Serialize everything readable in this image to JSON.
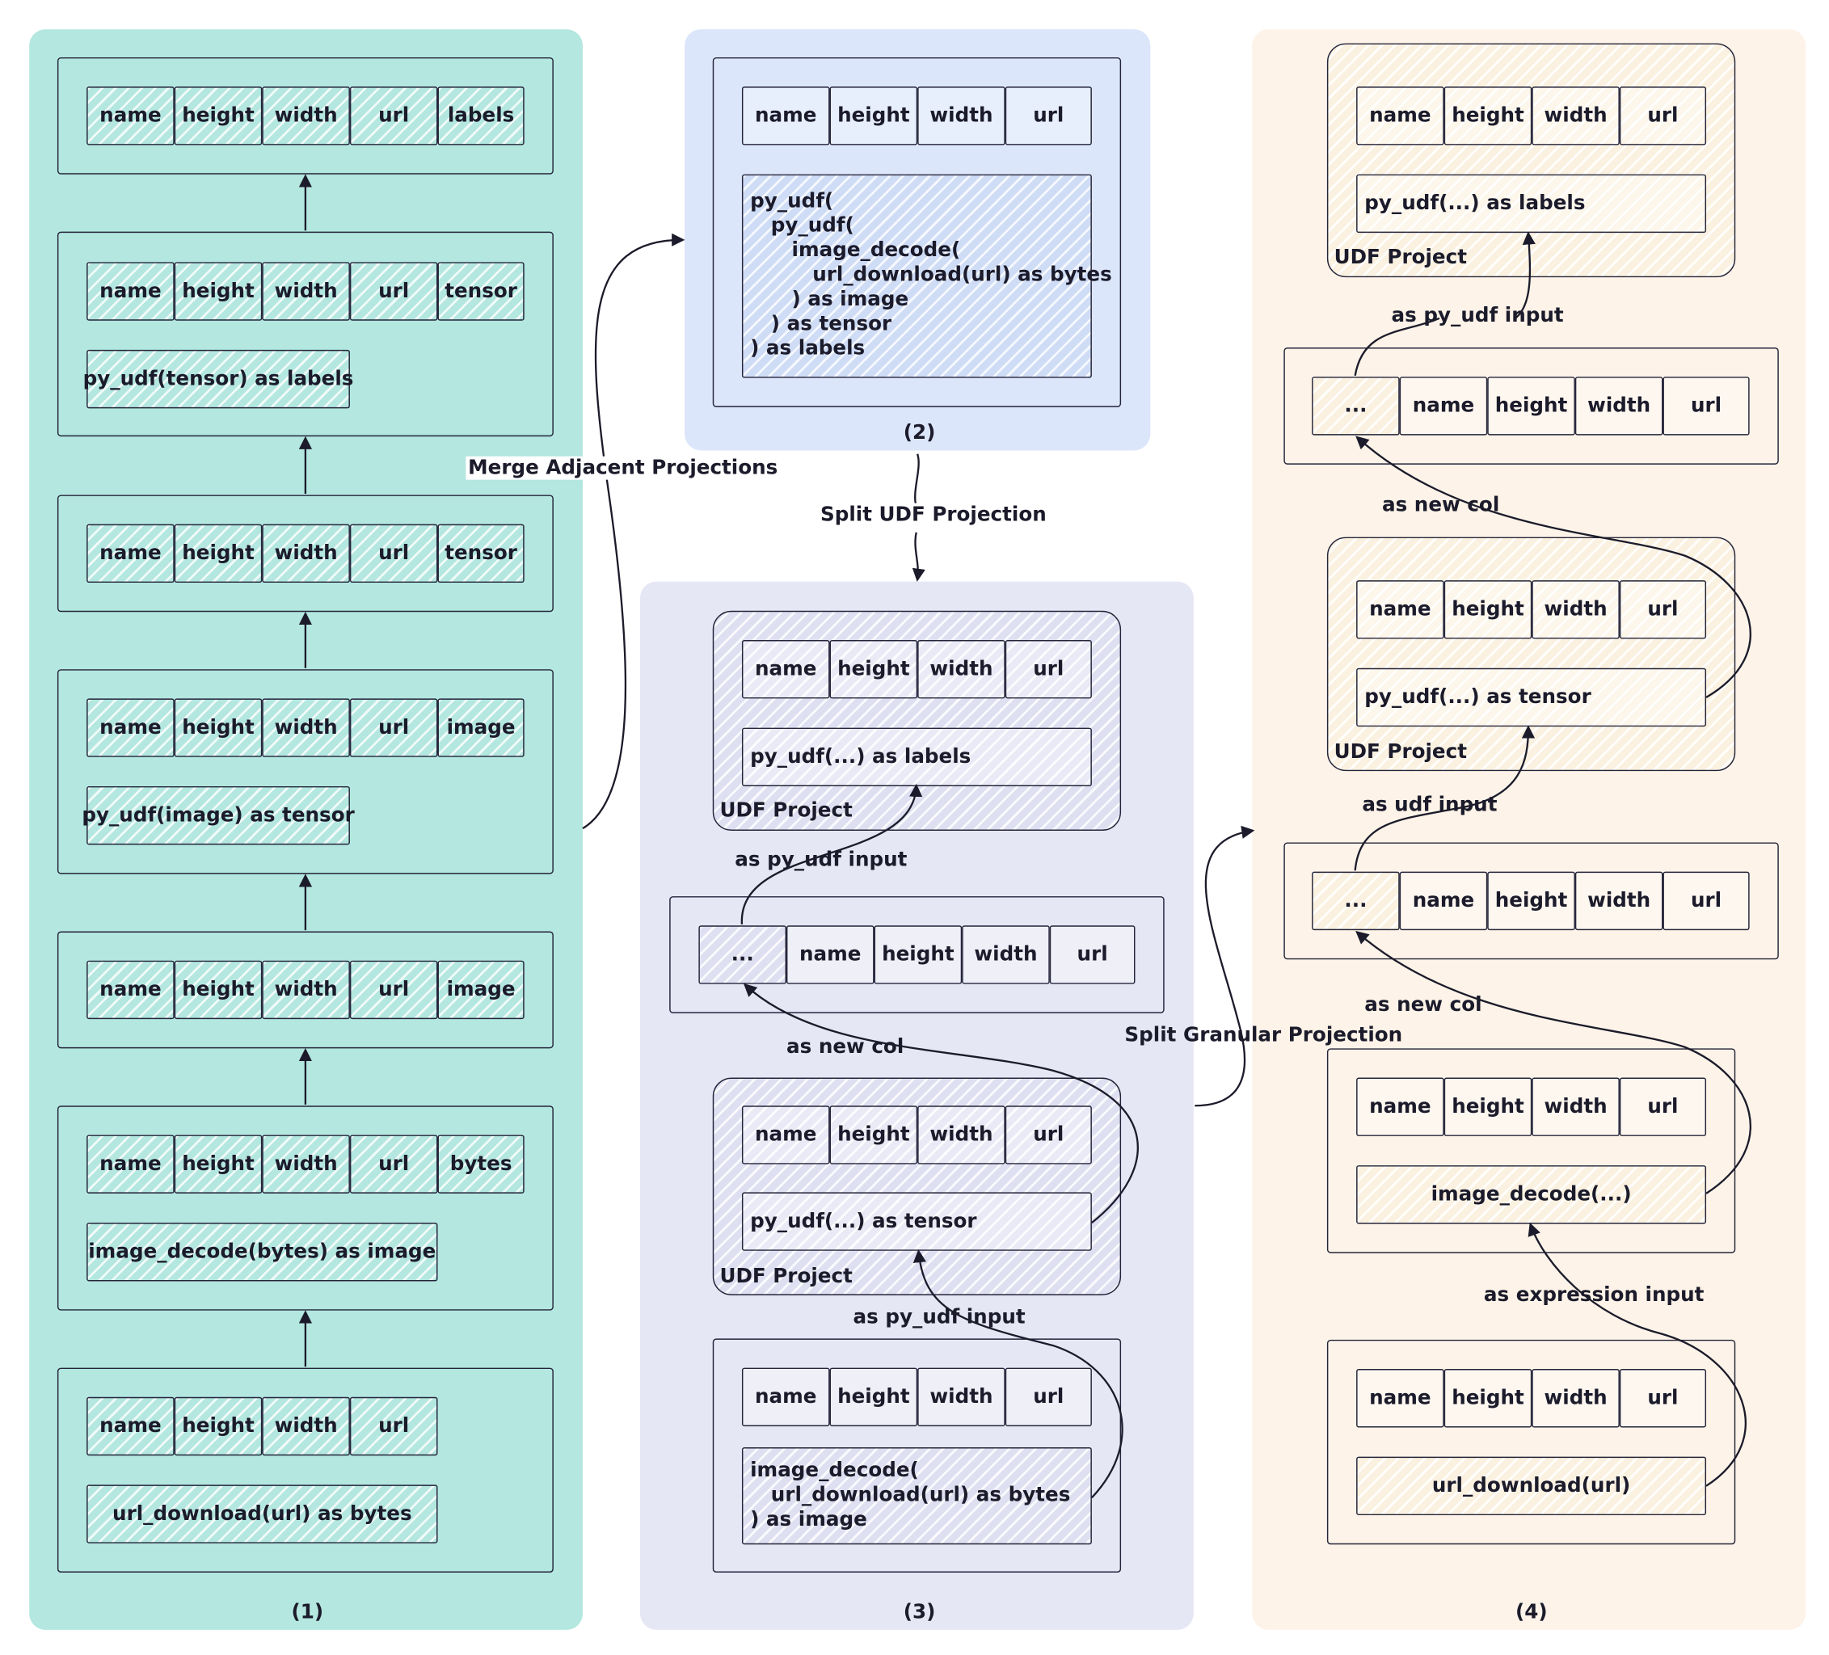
{
  "panels": {
    "p1": {
      "caption": "(1)",
      "accent": "#b3e7df",
      "stages": [
        {
          "cols": [
            "name",
            "height",
            "width",
            "url",
            "labels"
          ]
        },
        {
          "cols": [
            "name",
            "height",
            "width",
            "url",
            "tensor"
          ],
          "expr": "py_udf(tensor) as labels"
        },
        {
          "cols": [
            "name",
            "height",
            "width",
            "url",
            "tensor"
          ]
        },
        {
          "cols": [
            "name",
            "height",
            "width",
            "url",
            "image"
          ],
          "expr": "py_udf(image) as tensor"
        },
        {
          "cols": [
            "name",
            "height",
            "width",
            "url",
            "image"
          ]
        },
        {
          "cols": [
            "name",
            "height",
            "width",
            "url",
            "bytes"
          ],
          "expr": "image_decode(bytes) as image"
        },
        {
          "cols": [
            "name",
            "height",
            "width",
            "url"
          ],
          "expr": "url_download(url) as bytes"
        }
      ]
    },
    "p2": {
      "caption": "(2)",
      "accent": "#dbe6fb",
      "cols": [
        "name",
        "height",
        "width",
        "url"
      ],
      "expr": "py_udf(\n   py_udf(\n      image_decode(\n         url_download(url) as bytes\n      ) as image\n   ) as tensor\n) as labels"
    },
    "p3": {
      "caption": "(3)",
      "accent": "#e6e7f5",
      "top": {
        "cols": [
          "name",
          "height",
          "width",
          "url"
        ],
        "expr": "py_udf(...) as labels",
        "tag": "UDF Project"
      },
      "mid": {
        "cols": [
          "...",
          "name",
          "height",
          "width",
          "url"
        ]
      },
      "udf": {
        "cols": [
          "name",
          "height",
          "width",
          "url"
        ],
        "expr": "py_udf(...) as tensor",
        "tag": "UDF Project"
      },
      "bottom": {
        "cols": [
          "name",
          "height",
          "width",
          "url"
        ],
        "expr": "image_decode(\n   url_download(url) as bytes\n) as image"
      },
      "labels": {
        "py_udf_input_1": "as py_udf input",
        "new_col": "as new col",
        "py_udf_input_2": "as py_udf input"
      }
    },
    "p4": {
      "caption": "(4)",
      "accent": "#fdf3e8",
      "top": {
        "cols": [
          "name",
          "height",
          "width",
          "url"
        ],
        "expr": "py_udf(...) as labels",
        "tag": "UDF Project"
      },
      "mid1": {
        "cols": [
          "...",
          "name",
          "height",
          "width",
          "url"
        ]
      },
      "udf": {
        "cols": [
          "name",
          "height",
          "width",
          "url"
        ],
        "expr": "py_udf(...) as tensor",
        "tag": "UDF Project"
      },
      "mid2": {
        "cols": [
          "...",
          "name",
          "height",
          "width",
          "url"
        ]
      },
      "decode": {
        "cols": [
          "name",
          "height",
          "width",
          "url"
        ],
        "expr": "image_decode(...)"
      },
      "download": {
        "cols": [
          "name",
          "height",
          "width",
          "url"
        ],
        "expr": "url_download(url)"
      },
      "labels": {
        "py_udf_input": "as py_udf input",
        "new_col_1": "as new col",
        "udf_input": "as udf input",
        "new_col_2": "as new col",
        "expression_input": "as expression input"
      }
    }
  },
  "transitions": {
    "merge": "Merge Adjacent Projections",
    "split_udf": "Split UDF Projection",
    "split_granular": "Split Granular Projection"
  }
}
